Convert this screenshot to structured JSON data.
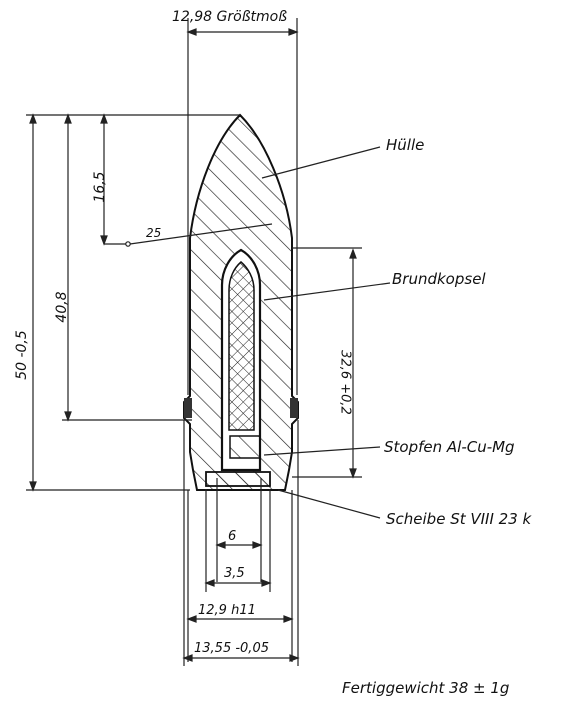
{
  "title_dimension": "12,98 Größtmoß",
  "dimensions": {
    "overall_length": "50 -0,5",
    "body_length": "40,8",
    "ogive_length": "16,5",
    "radius": "25",
    "core_length": "32,6 +0,2",
    "bore_inner": "6",
    "bore_outer": "3,5",
    "band_inner": "12,9 h11",
    "band_outer": "13,55 -0,05"
  },
  "parts": {
    "shell": "Hülle",
    "primer": "Brundkopsel",
    "plug": "Stopfen Al-Cu-Mg",
    "washer": "Scheibe St VIII 23 k"
  },
  "footer": "Fertiggewicht 38 ± 1g"
}
